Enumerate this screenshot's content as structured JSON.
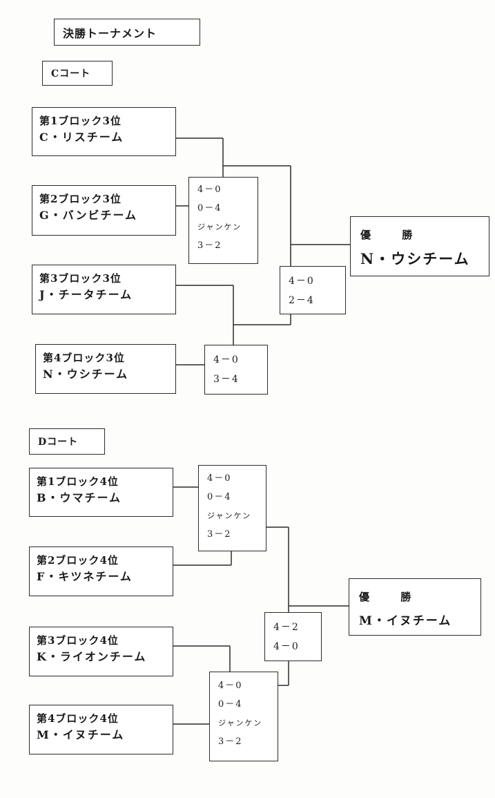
{
  "title": "決勝トーナメント",
  "court_c": {
    "label": "Cコート",
    "teams": [
      {
        "block": "第1ブロック3位",
        "team": "C・リスチーム"
      },
      {
        "block": "第2ブロック3位",
        "team": "G・バンビチーム"
      },
      {
        "block": "第3ブロック3位",
        "team": "J・チータチーム"
      },
      {
        "block": "第4ブロック3位",
        "team": "N・ウシチーム"
      }
    ],
    "match_1_2": [
      "4－0",
      "0－4",
      "ジャンケン",
      "3－2"
    ],
    "match_3_4": [
      "4－0",
      "3－4"
    ],
    "final": [
      "4－0",
      "2－4"
    ],
    "winner_label": "優 勝",
    "winner_team": "N・ウシチーム"
  },
  "court_d": {
    "label": "Dコート",
    "teams": [
      {
        "block": "第1ブロック4位",
        "team": "B・ウマチーム"
      },
      {
        "block": "第2ブロック4位",
        "team": "F・キツネチーム"
      },
      {
        "block": "第3ブロック4位",
        "team": "K・ライオンチーム"
      },
      {
        "block": "第4ブロック4位",
        "team": "M・イヌチーム"
      }
    ],
    "match_1_2": [
      "4－0",
      "0－4",
      "ジャンケン",
      "3－2"
    ],
    "match_3_4": [
      "4－0",
      "0－4",
      "ジャンケン",
      "3－2"
    ],
    "final": [
      "4－2",
      "4－0"
    ],
    "winner_label": "優 勝",
    "winner_team": "M・イヌチーム"
  }
}
